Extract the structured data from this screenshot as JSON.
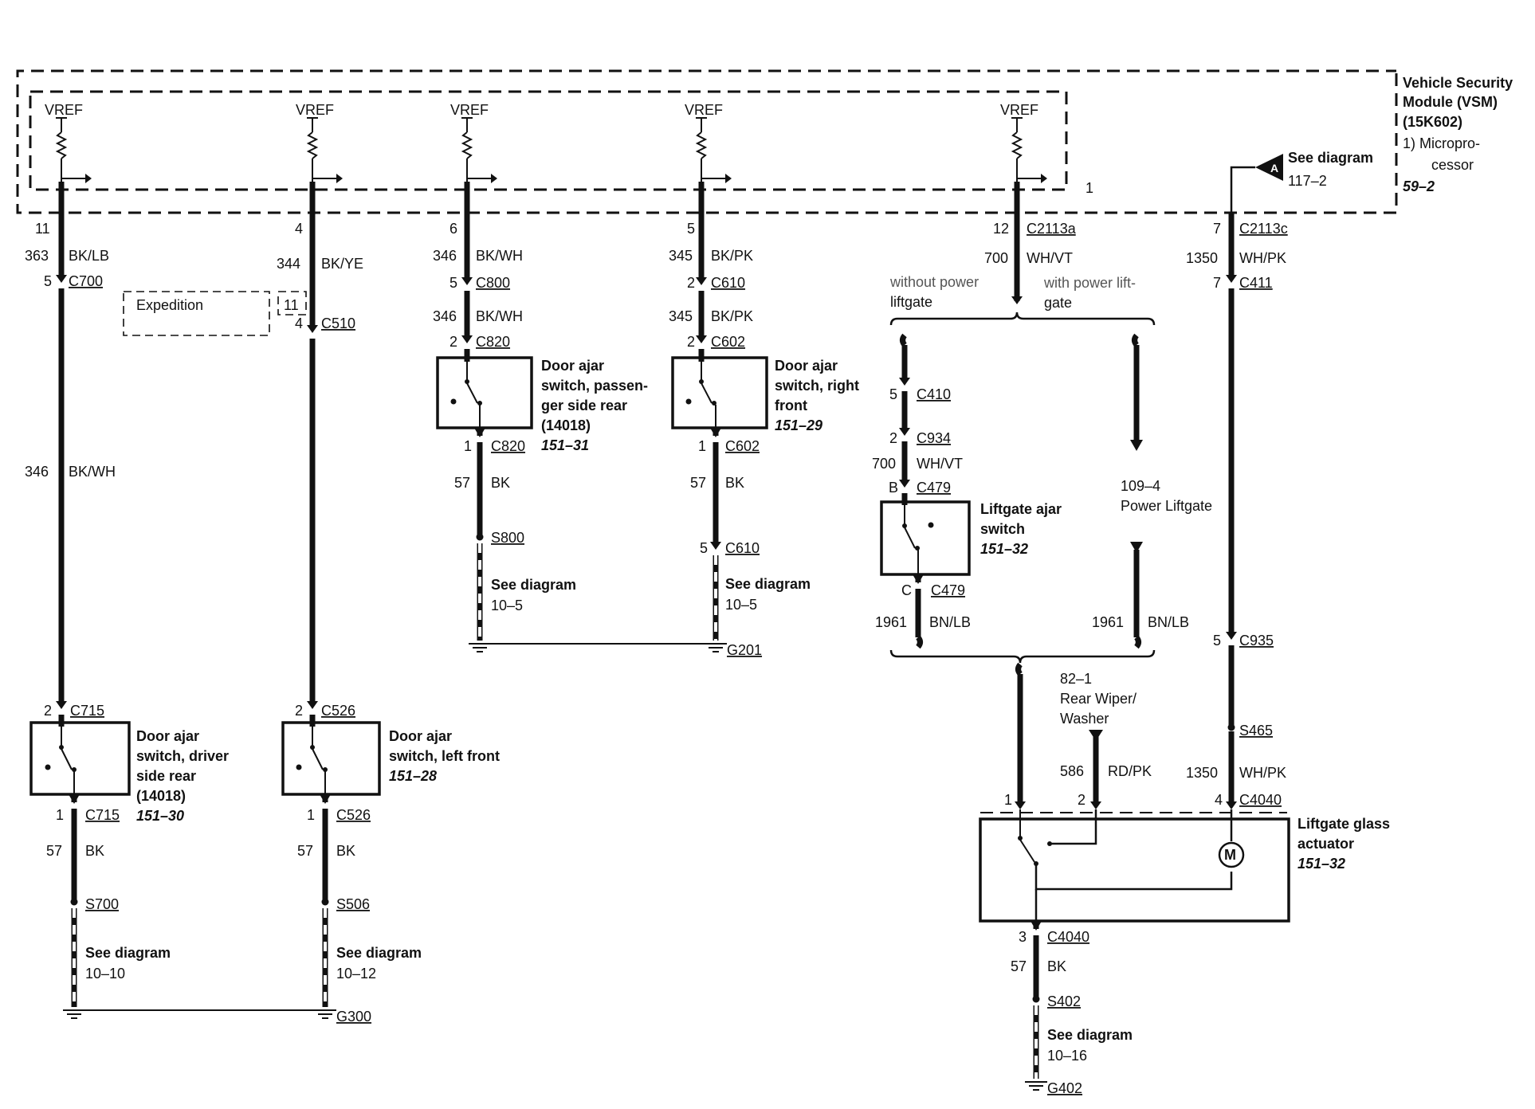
{
  "module": {
    "title": [
      "Vehicle Security",
      "Module (VSM)",
      "(15K602)"
    ],
    "processor_label": [
      "1)   Micropro-",
      "cessor"
    ],
    "page_ref": "59–2",
    "pin_label": "1",
    "see_diagram": {
      "title": "See diagram",
      "ref": "117–2",
      "marker": "A"
    }
  },
  "vref": "VREF",
  "expedition": {
    "label": "Expedition",
    "pin": "11"
  },
  "circuits": [
    {
      "pin_top": "11",
      "circuit": "363",
      "color": "BK/LB",
      "conn_pin": "5",
      "conn": "C700",
      "mid_circuit": "346",
      "mid_color": "BK/WH",
      "switch_top_pin": "2",
      "switch_top_conn": "C715",
      "switch_name": [
        "Door ajar",
        "switch, driver",
        "side rear",
        "(14018)"
      ],
      "switch_ref": "151–30",
      "switch_bot_pin": "1",
      "switch_bot_conn": "C715",
      "gnd_circuit": "57",
      "gnd_color": "BK",
      "splice": "S700",
      "see": "See diagram",
      "see_ref": "10–10"
    },
    {
      "pin_top": "4",
      "circuit": "344",
      "color": "BK/YE",
      "conn_pin": "4",
      "conn": "C510",
      "switch_top_pin": "2",
      "switch_top_conn": "C526",
      "switch_name": [
        "Door ajar",
        "switch, left front"
      ],
      "switch_ref": "151–28",
      "switch_bot_pin": "1",
      "switch_bot_conn": "C526",
      "gnd_circuit": "57",
      "gnd_color": "BK",
      "splice": "S506",
      "see": "See diagram",
      "see_ref": "10–12",
      "ground": "G300"
    },
    {
      "pin_top": "6",
      "circuit": "346",
      "color": "BK/WH",
      "conn_pin": "5",
      "conn": "C800",
      "circuit2": "346",
      "color2": "BK/WH",
      "conn2_pin": "2",
      "conn2": "C820",
      "switch_name": [
        "Door ajar",
        "switch, passen-",
        "ger side rear",
        "(14018)"
      ],
      "switch_ref": "151–31",
      "switch_bot_pin": "1",
      "switch_bot_conn": "C820",
      "gnd_circuit": "57",
      "gnd_color": "BK",
      "splice": "S800",
      "see": "See diagram",
      "see_ref": "10–5"
    },
    {
      "pin_top": "5",
      "circuit": "345",
      "color": "BK/PK",
      "conn_pin": "2",
      "conn": "C610",
      "circuit2": "345",
      "color2": "BK/PK",
      "conn2_pin": "2",
      "conn2": "C602",
      "switch_name": [
        "Door ajar",
        "switch, right",
        "front"
      ],
      "switch_ref": "151–29",
      "switch_bot_pin": "1",
      "switch_bot_conn": "C602",
      "gnd_circuit": "57",
      "gnd_color": "BK",
      "splice_pin": "5",
      "splice": "C610",
      "see": "See diagram",
      "see_ref": "10–5",
      "ground": "G201"
    }
  ],
  "liftgate": {
    "pin_top": "12",
    "conn": "C2113a",
    "circuit": "700",
    "color": "WH/VT",
    "without_power": [
      "without power",
      "liftgate"
    ],
    "with_power": [
      "with power lift-",
      "gate"
    ],
    "c410_pin": "5",
    "c410": "C410",
    "c934_pin": "2",
    "c934": "C934",
    "circuit2": "700",
    "color2": "WH/VT",
    "c479_top_pin": "B",
    "c479_top": "C479",
    "switch_name": [
      "Liftgate ajar",
      "switch"
    ],
    "switch_ref": "151–32",
    "c479_bot_pin": "C",
    "c479_bot": "C479",
    "out_circuit": "1961",
    "out_color": "BN/LB",
    "power_ref": [
      "109–4",
      "Power Liftgate"
    ],
    "pl_circuit": "1961",
    "pl_color": "BN/LB",
    "wiper_ref": [
      "82–1",
      "Rear Wiper/",
      "Washer"
    ],
    "wiper_circuit": "586",
    "wiper_color": "RD/PK"
  },
  "right": {
    "pin_top": "7",
    "conn": "C2113c",
    "circuit": "1350",
    "color": "WH/PK",
    "c411_pin": "7",
    "c411": "C411",
    "c935_pin": "5",
    "c935": "C935",
    "splice": "S465",
    "circuit2": "1350",
    "color2": "WH/PK",
    "c4040_pin": "4",
    "c4040": "C4040"
  },
  "actuator": {
    "name": [
      "Liftgate glass",
      "actuator"
    ],
    "ref": "151–32",
    "pin1": "1",
    "pin2": "2",
    "motor": "M",
    "bot_pin": "3",
    "bot_conn": "C4040",
    "gnd_circuit": "57",
    "gnd_color": "BK",
    "splice": "S402",
    "see": "See diagram",
    "see_ref": "10–16",
    "ground": "G402"
  }
}
